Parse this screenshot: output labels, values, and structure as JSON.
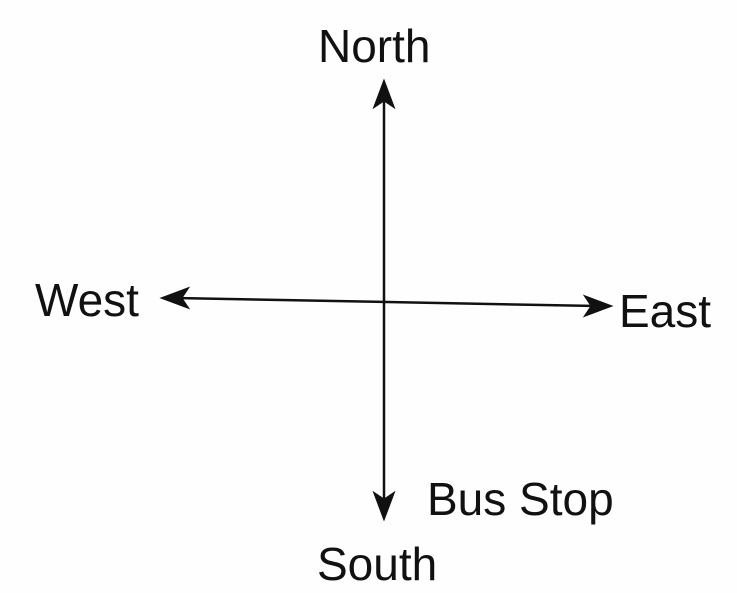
{
  "labels": {
    "north": "North",
    "south": "South",
    "east": "East",
    "west": "West",
    "bus_stop": "Bus Stop"
  }
}
